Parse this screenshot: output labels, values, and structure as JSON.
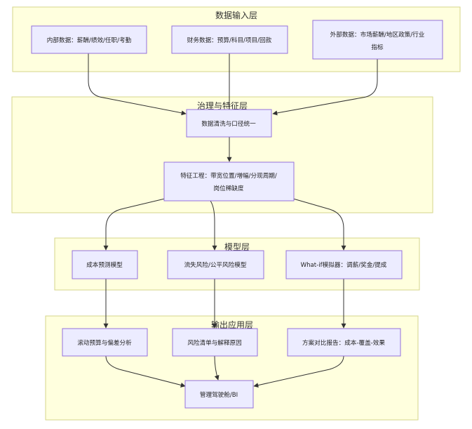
{
  "layers": {
    "input": {
      "title": "数据输入层",
      "nodes": {
        "internal": "内部数据：薪酬/绩效/任职/考勤",
        "finance": "财务数据：预算/科目/项目/回款",
        "external_line1": "外部数据：市场薪酬/地区政策/行业",
        "external_line2": "指标"
      }
    },
    "governance": {
      "title": "治理与特征层",
      "nodes": {
        "cleaning": "数据清洗与口径统一",
        "feature_line1": "特征工程：带宽位置/增幅/分现周期/",
        "feature_line2": "岗位稀缺度"
      }
    },
    "model": {
      "title": "模型层",
      "nodes": {
        "cost_forecast": "成本预测模型",
        "attrition_risk": "流失风险/公平风险模型",
        "what_if": "What-if模拟器：调薪/奖金/提成"
      }
    },
    "output": {
      "title": "输出应用层",
      "nodes": {
        "rolling_budget": "滚动预算与偏差分析",
        "risk_list": "风险清单与解释原因",
        "scenario_report": "方案对比报告：成本-覆盖-效果",
        "dashboard": "管理驾驶舱/BI"
      }
    }
  },
  "colors": {
    "cluster_fill": "#ffffde",
    "cluster_stroke": "#d6d58a",
    "node_fill": "#ececff",
    "node_stroke": "#9370db",
    "edge": "#333333"
  }
}
